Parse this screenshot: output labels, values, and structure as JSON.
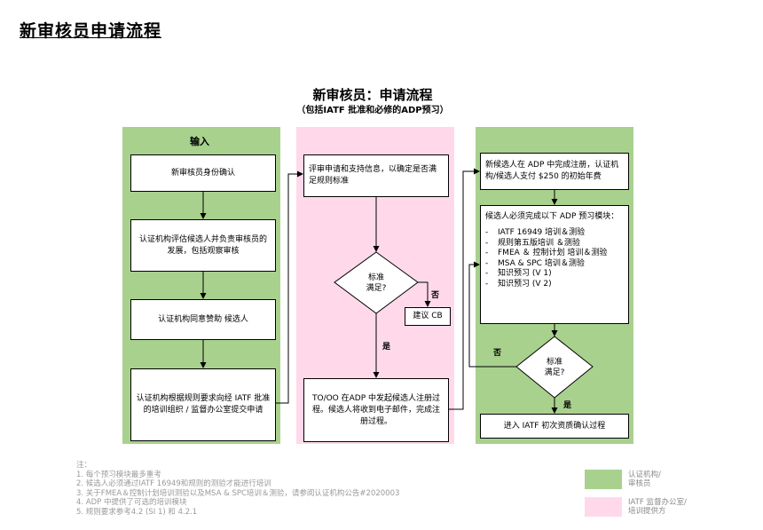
{
  "page_title": "新审核员申请流程",
  "chart_title": "新审核员：申请流程",
  "chart_subtitle": "（包括IATF 批准和必修的ADP预习）",
  "lane1": {
    "header": "输入",
    "box1": "新审核员身份确认",
    "box2": "认证机构评估候选人并负责审核员的发展，包括观察审核",
    "box3": "认证机构同意赞助 候选人",
    "box4": "认证机构根据规则要求向经 IATF 批准的培训组织 / 监督办公室提交申请"
  },
  "lane2": {
    "box1": "评审申请和支持信息，以确定是否满足规则标准",
    "decision": "标准\n满足?",
    "no_label": "否",
    "yes_label": "是",
    "recommend": "建议 CB",
    "box2": "TO/OO 在ADP 中发起候选人注册过程。候选人将收到电子邮件，完成注册过程。"
  },
  "lane3": {
    "box1": "新候选人在 ADP 中完成注册，认证机构/候选人支付 $250 的初始年费",
    "box2_title": "候选人必须完成以下 ADP 预习模块：",
    "modules": [
      "IATF 16949  培训＆测验",
      "规则第五版培训 ＆测验",
      "FMEA ＆ 控制计划 培训＆测验",
      "MSA & SPC  培训＆测验",
      "知识预习 (V 1)",
      "知识预习 (V 2)"
    ],
    "decision": "标准\n满足?",
    "no_label": "否",
    "yes_label": "是",
    "box3": "进入 IATF 初次资质确认过程"
  },
  "notes": {
    "heading": "注：",
    "items": [
      "1.   每个预习模块最多重考",
      "2.   候选人必须通过IATF 16949和规则的测验才能进行培训",
      "3.   关于FMEA＆控制计划培训测验以及MSA & SPC培训＆测验，请参阅认证机构公告#2020003",
      "4.   ADP 中提供了可选的培训模块",
      "5.   规则要求参考4.2 (SI 1) 和 4.2.1"
    ]
  },
  "legend": [
    {
      "label": "认证机构/\n审核员",
      "color": "#a9d18e"
    },
    {
      "label": "IATF 监督办公室/\n培训提供方",
      "color": "#ffd9ea"
    }
  ]
}
